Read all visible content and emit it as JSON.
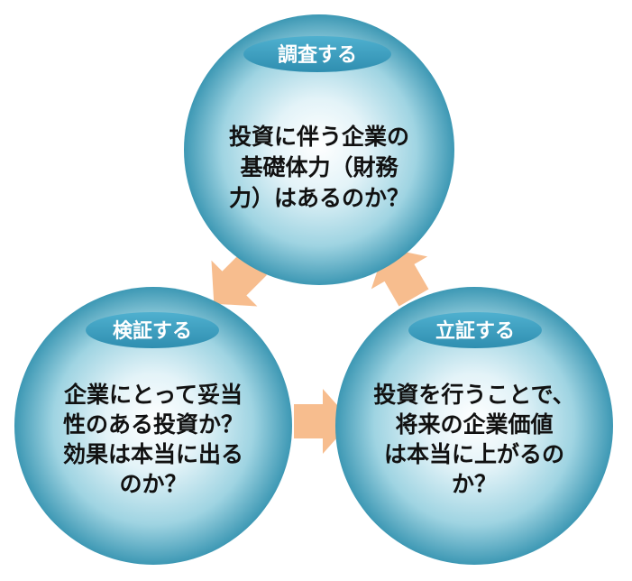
{
  "colors": {
    "sphere_light": "#ffffff",
    "sphere_mid": "#9fd4e2",
    "sphere_dark": "#3d98b4",
    "pill": "#3a9cbc",
    "arrow": "#f7bd8e",
    "text": "#111111"
  },
  "circles": [
    {
      "id": "investigate",
      "label": "調査する",
      "lines": [
        "投資に伴う企業の",
        "基礎体力（財務",
        "力）はあるのか？"
      ]
    },
    {
      "id": "verify",
      "label": "検証する",
      "lines": [
        "企業にとって妥当",
        "性のある投資か？",
        "効果は本当に出る",
        "のか？"
      ]
    },
    {
      "id": "prove",
      "label": "立証する",
      "lines": [
        "投資を行うことで、",
        "将来の企業価値",
        "は本当に上がるの",
        "か？"
      ]
    }
  ],
  "arrows": [
    {
      "from": "investigate",
      "to": "verify",
      "icon": "arrow-icon"
    },
    {
      "from": "verify",
      "to": "prove",
      "icon": "arrow-icon"
    },
    {
      "from": "prove",
      "to": "investigate",
      "icon": "arrow-icon"
    }
  ]
}
